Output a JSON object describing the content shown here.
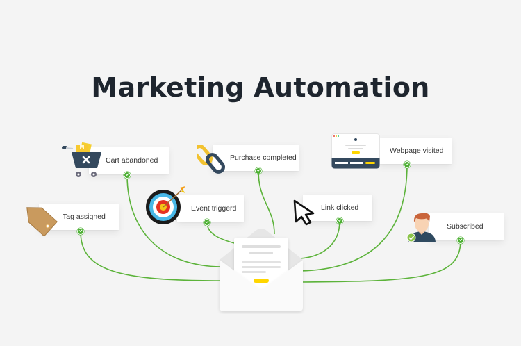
{
  "title": "Marketing Automation",
  "center": {
    "name": "Email envelope",
    "button_color": "#ffd600"
  },
  "colors": {
    "background": "#f4f4f4",
    "title": "#1e252e",
    "connector": "#5cb33a",
    "check": "#4caf32",
    "accent_yellow": "#f7c930",
    "dark_navy": "#34495e"
  },
  "triggers": [
    {
      "id": "cart",
      "label": "Cart abandoned",
      "icon": "shopping-cart-icon"
    },
    {
      "id": "purchase",
      "label": "Purchase completed",
      "icon": "chain-link-icon"
    },
    {
      "id": "webpage",
      "label": "Webpage visited",
      "icon": "webpage-icon"
    },
    {
      "id": "tag",
      "label": "Tag assigned",
      "icon": "tag-icon"
    },
    {
      "id": "event",
      "label": "Event triggerd",
      "icon": "target-icon"
    },
    {
      "id": "link",
      "label": "Link clicked",
      "icon": "cursor-icon"
    },
    {
      "id": "subscribed",
      "label": "Subscribed",
      "icon": "user-icon"
    }
  ]
}
